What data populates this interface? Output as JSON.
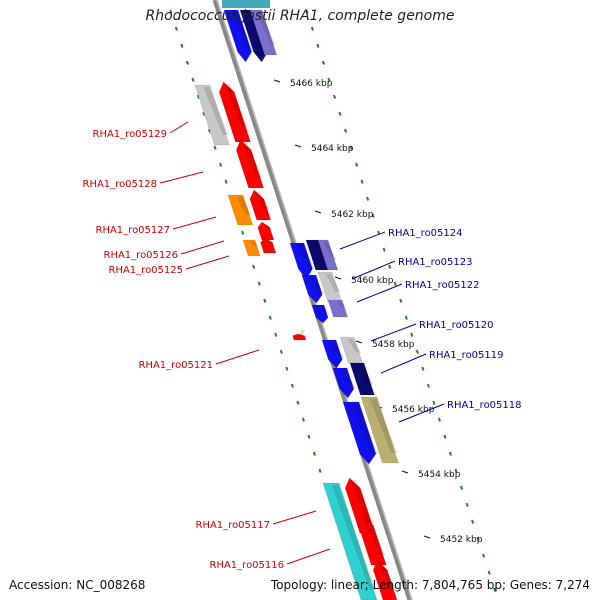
{
  "map": {
    "title": "Rhodococcus jostii RHA1, complete genome",
    "accession": "Accession: NC_008268",
    "summary": "Topology: linear; Length: 7,804,765 bp; Genes: 7,274"
  },
  "ticks": [
    "5466 kbp",
    "5464 kbp",
    "5462 kbp",
    "5460 kbp",
    "5458 kbp",
    "5456 kbp",
    "5454 kbp",
    "5452 kbp"
  ],
  "genes_left": [
    "RHA1_ro05129",
    "RHA1_ro05128",
    "RHA1_ro05127",
    "RHA1_ro05126",
    "RHA1_ro05125",
    "RHA1_ro05121",
    "RHA1_ro05117",
    "RHA1_ro05116"
  ],
  "genes_right": [
    "RHA1_ro05124",
    "RHA1_ro05123",
    "RHA1_ro05122",
    "RHA1_ro05120",
    "RHA1_ro05119",
    "RHA1_ro05118"
  ],
  "colors": {
    "reverse_label": "#cc0000",
    "forward_label": "#000099",
    "backbone": "#888888",
    "dots": "#228822",
    "red": "#ff0000",
    "blue": "#1010ee",
    "navy": "#0a0a6e",
    "gray": "#c8c8c8",
    "orange": "#ff8c00",
    "cyan": "#30d0d0",
    "olive": "#b8b070",
    "lavender": "#7a70cc"
  }
}
